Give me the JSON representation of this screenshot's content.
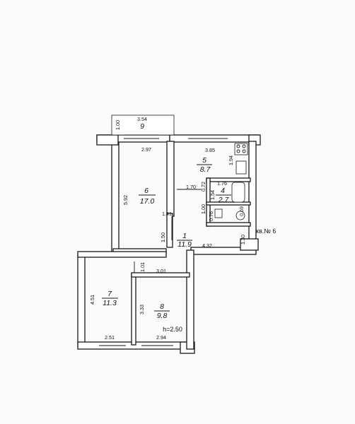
{
  "plan": {
    "apartment_label": "кв.№ 6",
    "ceiling_height": "h=2.50",
    "colors": {
      "ink": "#1a1a1a",
      "paper": "#fbfbfb",
      "wall_fill": "#ffffff"
    }
  },
  "rooms": [
    {
      "number": "1",
      "area": "11.9"
    },
    {
      "number": "4",
      "area": "2.7"
    },
    {
      "number": "5",
      "area": "8.7"
    },
    {
      "number": "6",
      "area": "17.0"
    },
    {
      "number": "7",
      "area": "11.3"
    },
    {
      "number": "8",
      "area": "9.8"
    },
    {
      "number": "9",
      "area": ""
    }
  ],
  "dimensions": {
    "balcony_length": "3.54",
    "balcony_depth": "1.00",
    "room6_width": "2.97",
    "room6_length": "5.92",
    "kitchen_width": "3.85",
    "kitchen_depth": "1.94",
    "bath_width": "1.76",
    "bath_depth": "1.54",
    "bath_small_a": "0.72",
    "bath_small_b": "0.76",
    "bath_small_c": "0.69",
    "bath_small_d": "1.00",
    "corridor_top": "1.70",
    "corridor_door": "1.41",
    "corridor_width": "1.50",
    "hall_length": "4.32",
    "entrance_width": "1.30",
    "room8_width": "3.01",
    "room8_gap": "1.01",
    "room8_length": "3.33",
    "room8_bottom": "2.94",
    "room7_length": "4.51",
    "room7_width": "2.51"
  }
}
